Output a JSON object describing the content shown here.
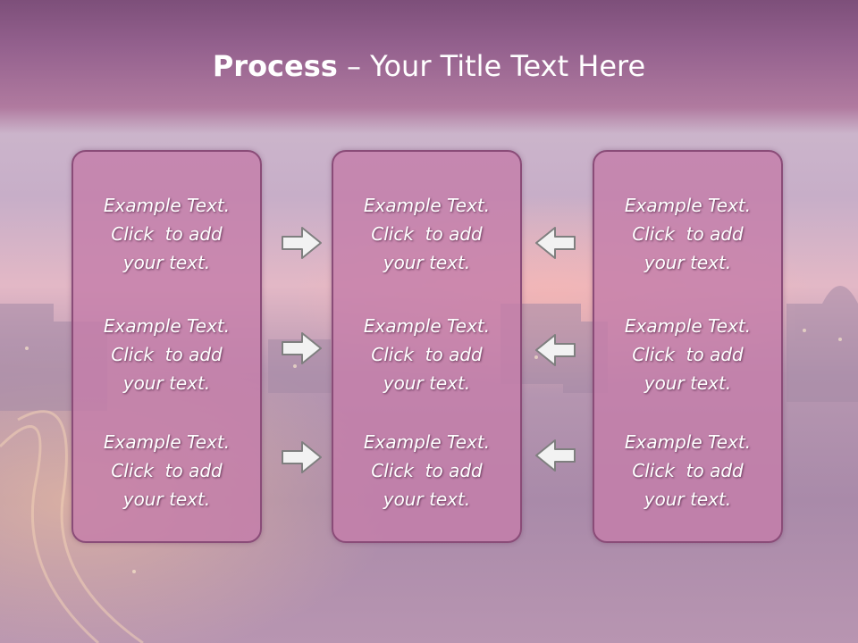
{
  "title": {
    "bold_part": "Process",
    "separator": " – ",
    "rest": "Your Title Text Here"
  },
  "colors": {
    "header": "#94618e",
    "panel_fill": "#c47eaa",
    "panel_border": "#8a4c78",
    "text": "#ffffff",
    "arrow_fill": "#f2f2f2",
    "arrow_stroke": "#7f7f7f"
  },
  "columns": [
    {
      "items": [
        {
          "line1": "Example Text.",
          "line2": "Click  to add",
          "line3": "your text."
        },
        {
          "line1": "Example Text.",
          "line2": "Click  to add",
          "line3": "your text."
        },
        {
          "line1": "Example Text.",
          "line2": "Click  to add",
          "line3": "your text."
        }
      ]
    },
    {
      "items": [
        {
          "line1": "Example Text.",
          "line2": "Click  to add",
          "line3": "your text."
        },
        {
          "line1": "Example Text.",
          "line2": "Click  to add",
          "line3": "your text."
        },
        {
          "line1": "Example Text.",
          "line2": "Click  to add",
          "line3": "your text."
        }
      ]
    },
    {
      "items": [
        {
          "line1": "Example Text.",
          "line2": "Click  to add",
          "line3": "your text."
        },
        {
          "line1": "Example Text.",
          "line2": "Click  to add",
          "line3": "your text."
        },
        {
          "line1": "Example Text.",
          "line2": "Click  to add",
          "line3": "your text."
        }
      ]
    }
  ],
  "arrows": {
    "left_group": [
      "right-arrow-icon",
      "right-arrow-icon",
      "right-arrow-icon"
    ],
    "right_group": [
      "left-arrow-icon",
      "left-arrow-icon",
      "left-arrow-icon"
    ]
  }
}
